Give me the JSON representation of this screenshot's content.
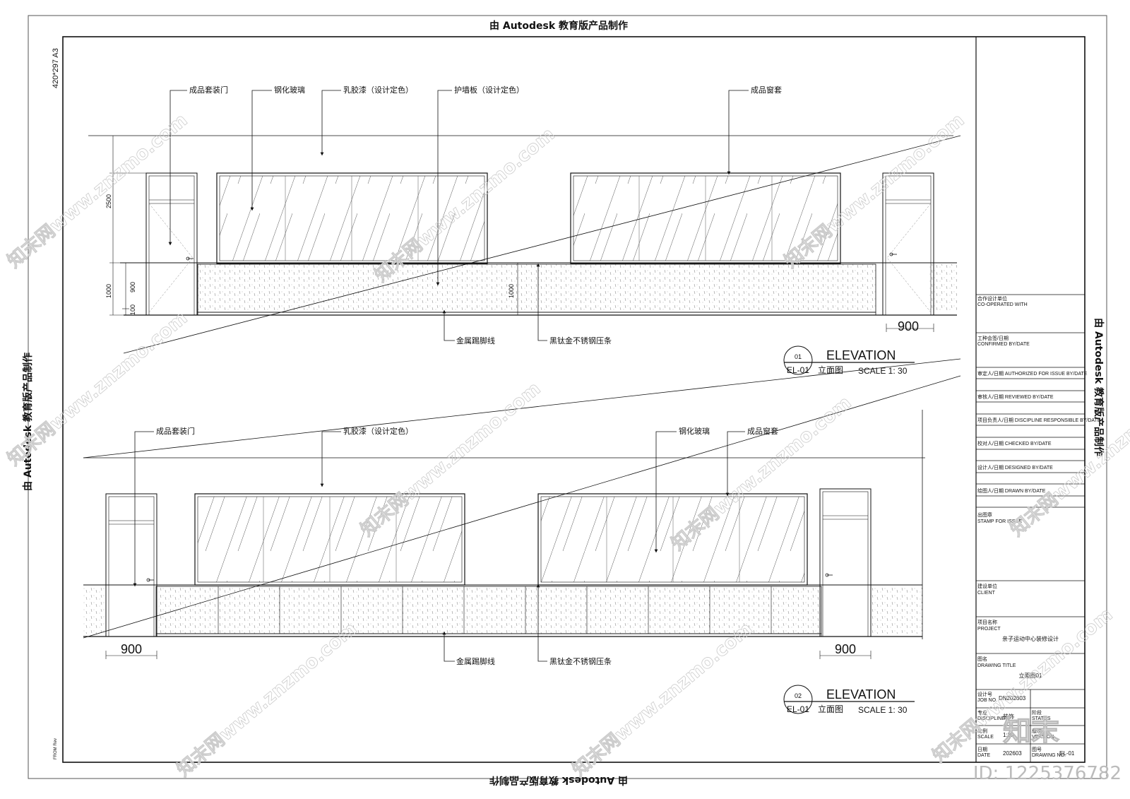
{
  "banner": {
    "top": "由 Autodesk 教育版产品制作",
    "bottom": "由 Autodesk 教育版产品制作",
    "left": "由 Autodesk 教育版产品制作",
    "right": "由 Autodesk 教育版产品制作"
  },
  "sheet_size": "420*297 A3",
  "from_rev": "FROM Rev",
  "elevation1": {
    "labels": {
      "door": "成品套装门",
      "glass": "钢化玻璃",
      "latex": "乳胶漆（设计定色）",
      "wallboard": "护墙板（设计定色）",
      "window_frame": "成品窗套",
      "skirting": "金属踢脚线",
      "strip": "黑钛金不锈钢压条"
    },
    "dims": {
      "h2500": "2500",
      "h1000": "1000",
      "h900": "900",
      "h100": "100",
      "h1000b": "1000",
      "w900": "900"
    },
    "tag": {
      "num": "01",
      "title": "ELEVATION",
      "sheet": "EL-01",
      "cn": "立面图",
      "scale": "SCALE  1: 30"
    }
  },
  "elevation2": {
    "labels": {
      "door": "成品套装门",
      "latex": "乳胶漆（设计定色）",
      "glass": "钢化玻璃",
      "window_frame": "成品窗套",
      "skirting": "金属踢脚线",
      "strip": "黑钛金不锈钢压条"
    },
    "dims": {
      "w900a": "900",
      "w900b": "900"
    },
    "tag": {
      "num": "02",
      "title": "ELEVATION",
      "sheet": "EL-01",
      "cn": "立面图",
      "scale": "SCALE  1: 30"
    }
  },
  "title_block": {
    "coop_cn": "合作设计单位",
    "coop_en": "CO-OPERATED WITH",
    "confirm": "工种会签/日期",
    "confirm_en": "CONFIRMED BY/DATE",
    "rows": [
      "审定人/日期   AUTHORIZED FOR ISSUE BY/DATE",
      "审核人/日期   REVIEWED BY/DATE",
      "项目负责人/日期   DISCIPLINE RESPONSIBLE BY/DATE",
      "校对人/日期   CHECKED BY/DATE",
      "设计人/日期   DESIGNED BY/DATE",
      "绘图人/日期   DRAWN BY/DATE"
    ],
    "stamp_cn": "出图章",
    "stamp_en": "STAMP FOR ISSUE",
    "client_cn": "建设单位",
    "client_en": "CLIENT",
    "project_cn": "项目名称",
    "project_en": "PROJECT",
    "project_name": "亲子运动中心装修设计",
    "drawing_title_cn": "图名",
    "drawing_title_en": "DRAWING TITLE",
    "drawing_title": "立面图01",
    "job_cn": "设计号",
    "job_en": "JOB NO.",
    "job_no": "DN202603",
    "discipline_cn": "专业",
    "discipline_en": "DISCIPLINE",
    "discipline_val": "装饰",
    "status_cn": "阶段",
    "status_en": "STATUS",
    "scale_cn": "比例",
    "scale_en": "SCALE",
    "scale_val": "1:30",
    "version_cn": "版次",
    "version_en": "VERSION",
    "date_cn": "日期",
    "date_en": "DATE",
    "date_val": "202603",
    "drawno_cn": "图号",
    "drawno_en": "DRAWING NO.",
    "drawno_val": "EL-01"
  },
  "watermark": {
    "text": "知末网www.znzmo.com",
    "id": "ID: 1225376782",
    "logo": "知末"
  }
}
